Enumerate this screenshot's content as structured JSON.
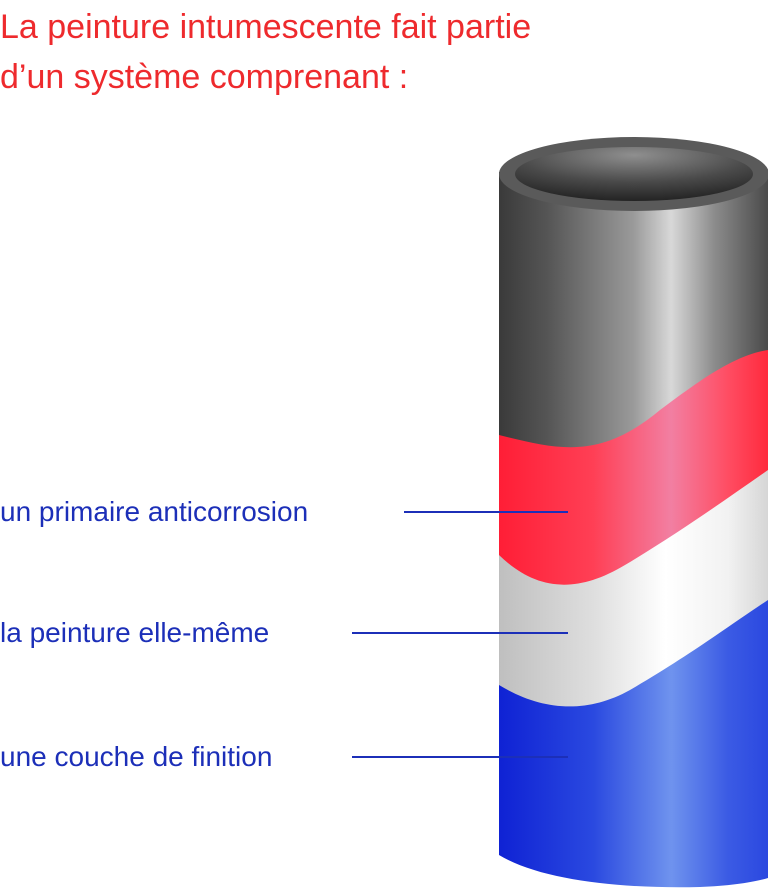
{
  "title": {
    "line1": "La peinture intumescente fait partie",
    "line2": "d’un système comprenant  :"
  },
  "layers": [
    {
      "label": "un primaire anticorrosion",
      "color": "#ff2a3d"
    },
    {
      "label": "la peinture elle-même",
      "color": "#e6e6e6"
    },
    {
      "label": "une couche de finition",
      "color": "#1230d8"
    }
  ],
  "colors": {
    "title": "#ee2a2d",
    "labels": "#1c2fb8",
    "pipe": "#4a4a4a"
  }
}
